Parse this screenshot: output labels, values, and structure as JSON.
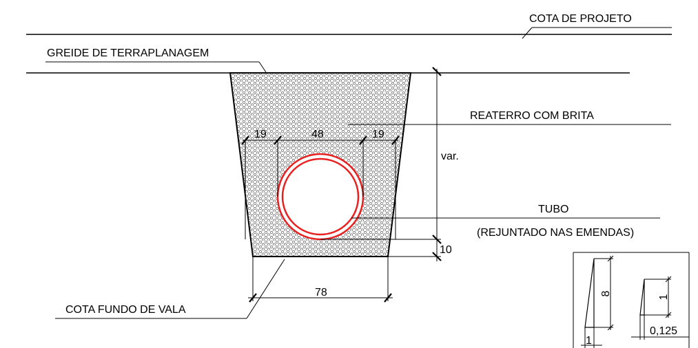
{
  "labels": {
    "cota_projeto": "COTA DE PROJETO",
    "greide": "GREIDE DE TERRAPLANAGEM",
    "reaterro": "REATERRO COM BRITA",
    "tubo": "TUBO",
    "rejuntado": "(REJUNTADO NAS EMENDAS)",
    "cota_fundo": "COTA FUNDO DE VALA"
  },
  "dimensions": {
    "left_gap": "19",
    "pipe_width": "48",
    "right_gap": "19",
    "bottom_width": "78",
    "bedding": "10",
    "variable_depth": "var."
  },
  "slope_detail": {
    "large_height": "8",
    "large_base": "1",
    "small_height": "1",
    "small_base": "0,125"
  },
  "colors": {
    "pipe": "#e8201f",
    "lines": "#000000",
    "gravel": "#6b6b6b"
  }
}
